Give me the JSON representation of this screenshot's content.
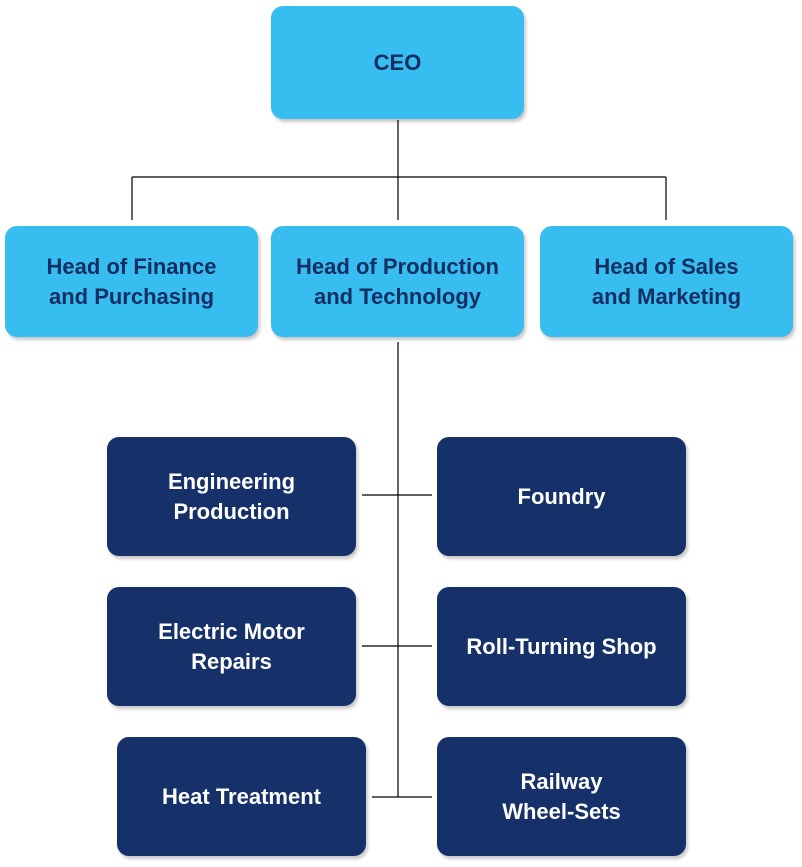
{
  "chart": {
    "root": {
      "label": "CEO"
    },
    "heads": [
      {
        "label": "Head of Finance\nand Purchasing"
      },
      {
        "label": "Head of Production\nand Technology"
      },
      {
        "label": "Head of Sales\nand Marketing"
      }
    ],
    "departments": [
      {
        "label": "Engineering\nProduction"
      },
      {
        "label": "Foundry"
      },
      {
        "label": "Electric Motor\nRepairs"
      },
      {
        "label": "Roll-Turning Shop"
      },
      {
        "label": "Heat Treatment"
      },
      {
        "label": "Railway\nWheel-Sets"
      }
    ]
  },
  "colors": {
    "light_box": "#37bdf0",
    "light_text": "#142f63",
    "dark_box": "#16306a",
    "dark_text": "#ffffff",
    "connector": "#000000"
  }
}
